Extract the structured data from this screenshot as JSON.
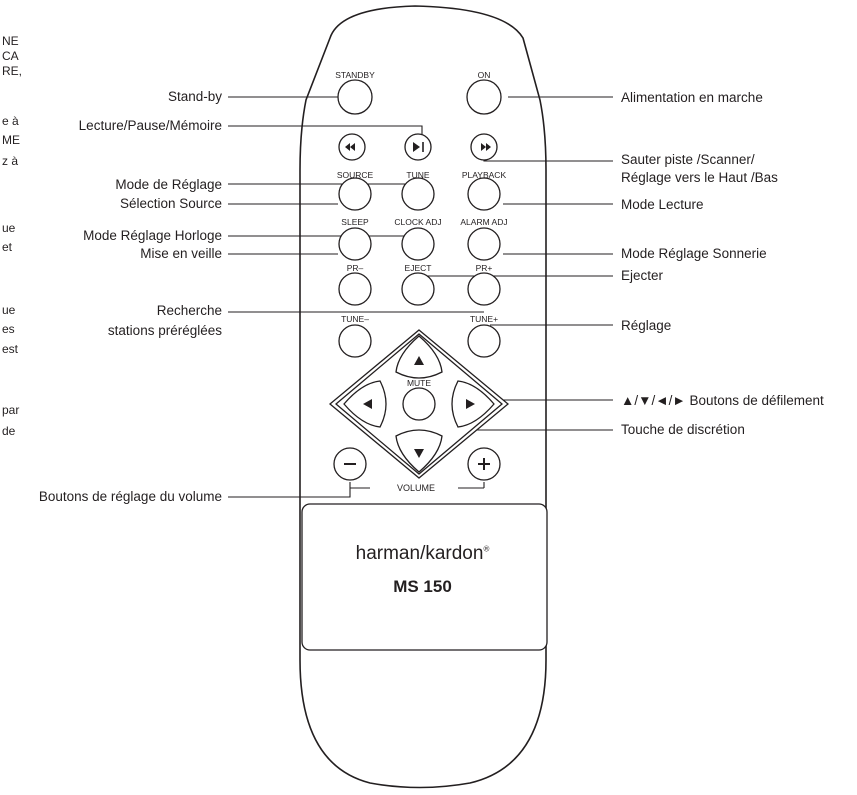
{
  "cutoff_text": [
    "NE",
    "CA",
    "RE,",
    "e à",
    "ME",
    "z à",
    "ue",
    "et",
    "ue",
    "es",
    "est",
    "par",
    "de"
  ],
  "button_labels": {
    "standby": "STANDBY",
    "on": "ON",
    "source": "SOURCE",
    "tune": "TUNE",
    "playback": "PLAYBACK",
    "sleep": "SLEEP",
    "clock_adj": "CLOCK ADJ",
    "alarm_adj": "ALARM ADJ",
    "pr_minus": "PR–",
    "eject": "EJECT",
    "pr_plus": "PR+",
    "tune_minus": "TUNE–",
    "tune_plus": "TUNE+",
    "mute": "MUTE",
    "volume": "VOLUME"
  },
  "callouts_left": {
    "standby": "Stand-by",
    "play_pause": "Lecture/Pause/Mémoire",
    "tune_mode": "Mode de Réglage",
    "source_select": "Sélection Source",
    "clock_mode": "Mode Réglage Horloge",
    "sleep": "Mise en veille",
    "preset_search_1": "Recherche",
    "preset_search_2": "stations préréglées",
    "volume": "Boutons de réglage du volume"
  },
  "callouts_right": {
    "power_on": "Alimentation en marche",
    "skip_1": "Sauter piste /Scanner/",
    "skip_2": "Réglage vers le Haut /Bas",
    "playback_mode": "Mode Lecture",
    "alarm_mode": "Mode Réglage Sonnerie",
    "eject": "Ejecter",
    "tuning": "Réglage",
    "nav_buttons": "▲/▼/◄/► Boutons de défilement",
    "mute": "Touche de discrétion"
  },
  "brand": {
    "name": "harman/kardon",
    "reg": "®",
    "model": "MS 150"
  }
}
